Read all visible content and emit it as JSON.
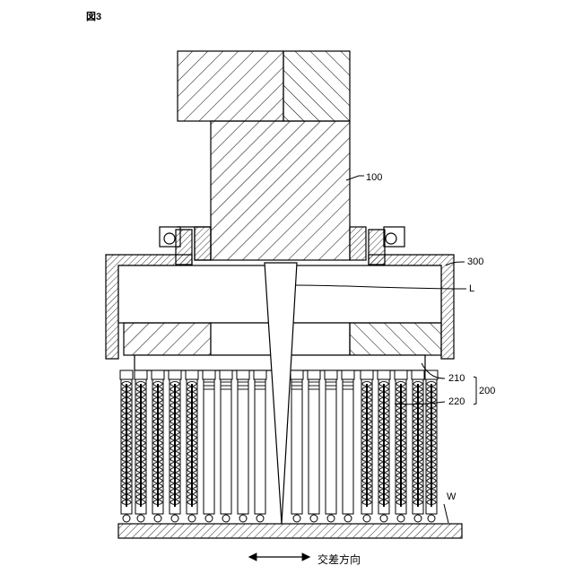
{
  "figure_label": "図3",
  "labels": {
    "actuator": "100",
    "housing": "300",
    "beam": "L",
    "upper_guide": "210",
    "probe_unit": "200",
    "pins": "220",
    "workpiece": "W"
  },
  "direction_label": "交差方向",
  "pin_count": 18
}
